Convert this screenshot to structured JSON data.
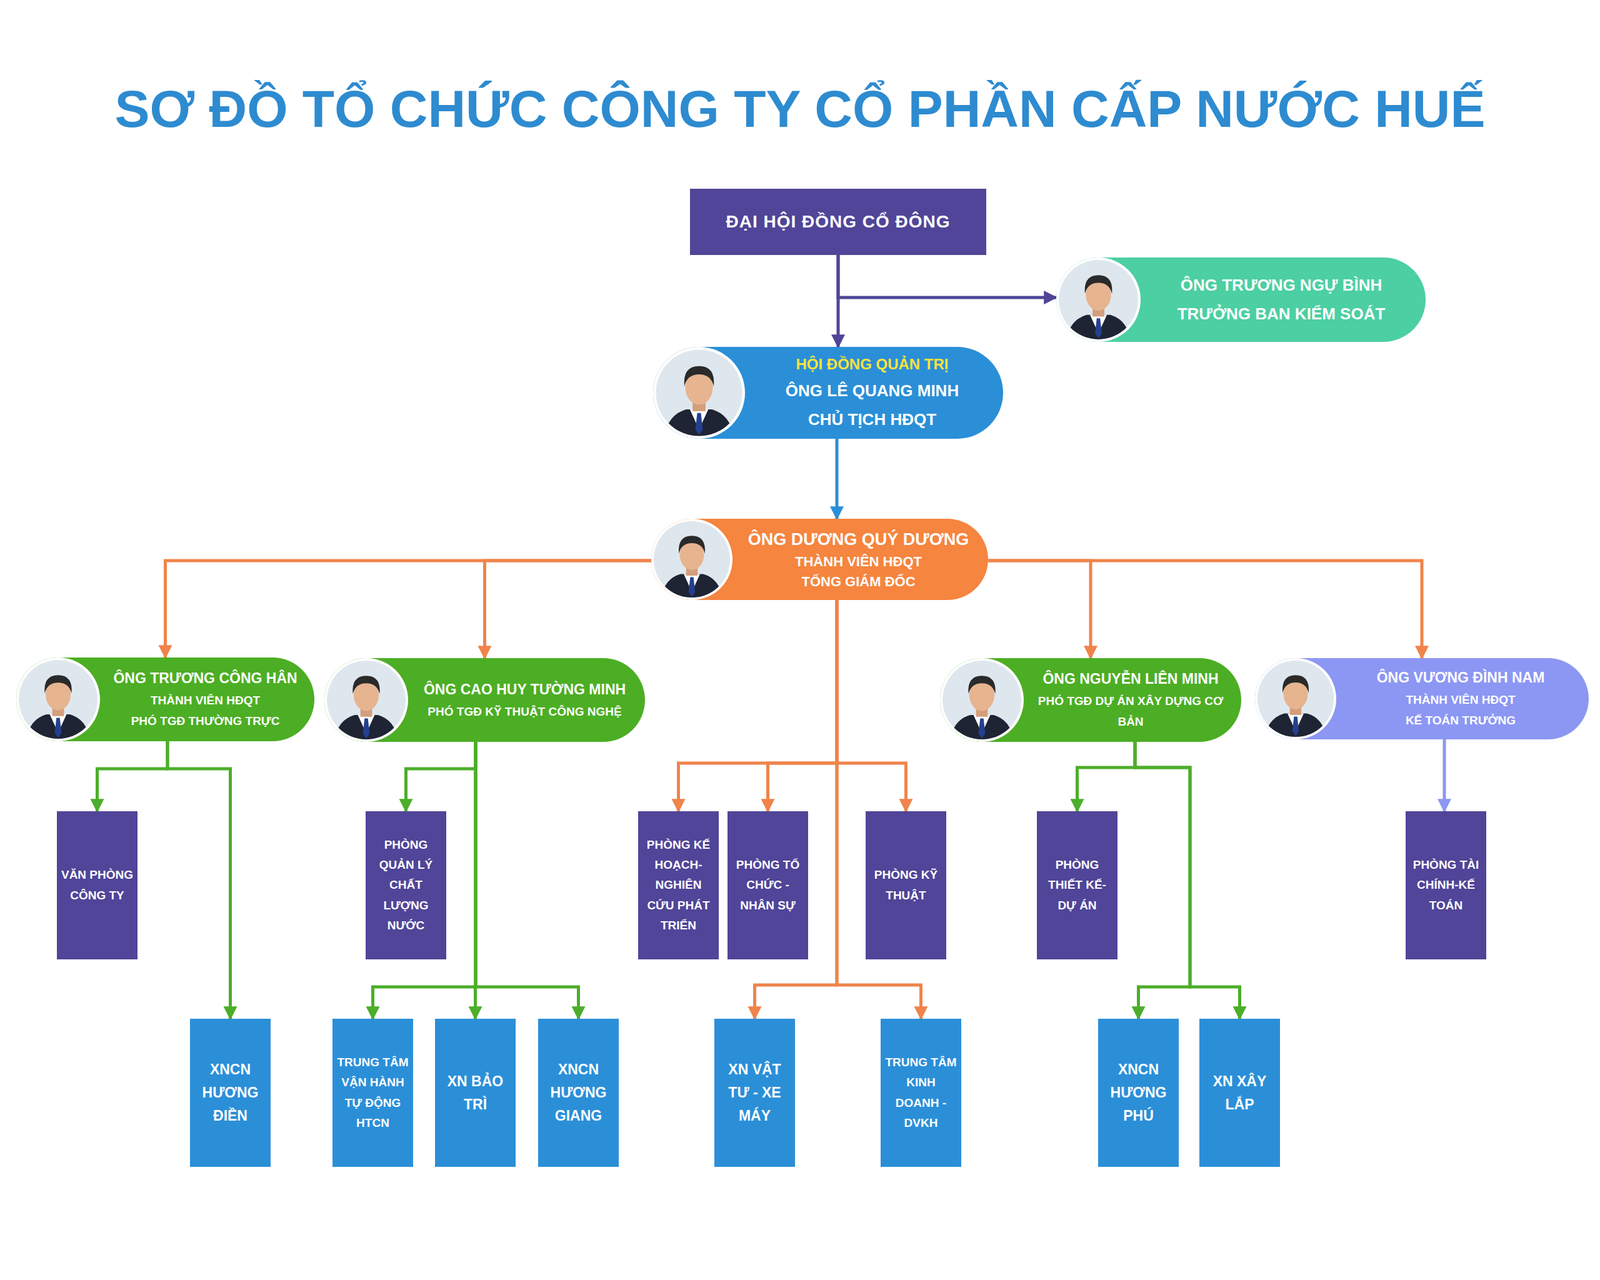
{
  "diagram": {
    "title": "SƠ ĐỒ TỔ CHỨC CÔNG TY CỔ PHẦN CẤP NƯỚC HUẾ",
    "nodes": [
      {
        "text": [
          "ĐẠI HỘI ĐỒNG CỔ ĐÔNG"
        ]
      },
      {
        "text": [
          "ÔNG TRƯƠNG NGỰ BÌNH",
          "TRƯỞNG BAN KIỂM SOÁT"
        ]
      },
      {
        "text": [
          "HỘI ĐỒNG QUẢN TRỊ",
          "ÔNG LÊ QUANG MINH",
          "CHỦ TỊCH HĐQT"
        ]
      },
      {
        "text": [
          "ÔNG DƯƠNG QUÝ DƯƠNG",
          "THÀNH VIÊN HĐQT",
          "TỔNG GIÁM ĐỐC"
        ]
      },
      {
        "text": [
          "ÔNG TRƯƠNG CÔNG HÂN",
          "THÀNH VIÊN HĐQT",
          "PHÓ TGĐ THƯỜNG TRỰC"
        ]
      },
      {
        "text": [
          "ÔNG CAO HUY TƯỜNG MINH",
          "PHÓ TGĐ KỸ THUẬT CÔNG NGHỆ"
        ]
      },
      {
        "text": [
          "ÔNG NGUYỄN LIÊN MINH",
          "PHÓ TGĐ DỰ ÁN XÂY DỰNG CƠ BẢN"
        ]
      },
      {
        "text": [
          "ÔNG VƯƠNG ĐÌNH NAM",
          "THÀNH VIÊN HĐQT",
          "KẾ TOÁN TRƯỞNG"
        ]
      },
      {
        "text": [
          "VĂN PHÒNG CÔNG TY"
        ]
      },
      {
        "text": [
          "PHÒNG QUẢN LÝ CHẤT LƯỢNG NƯỚC"
        ]
      },
      {
        "text": [
          "PHÒNG KẾ HOẠCH-NGHIÊN CỨU PHÁT TRIỂN"
        ]
      },
      {
        "text": [
          "PHÒNG TỔ CHỨC - NHÂN SỰ"
        ]
      },
      {
        "text": [
          "PHÒNG KỸ THUẬT"
        ]
      },
      {
        "text": [
          "PHÒNG THIẾT KẾ-DỰ ÁN"
        ]
      },
      {
        "text": [
          "PHÒNG TÀI CHÍNH-KẾ TOÁN"
        ]
      },
      {
        "text": [
          "XNCN HƯƠNG ĐIỀN"
        ]
      },
      {
        "text": [
          "TRUNG TÂM VẬN HÀNH TỰ ĐỘNG HTCN"
        ]
      },
      {
        "text": [
          "XN BẢO TRÌ"
        ]
      },
      {
        "text": [
          "XNCN HƯƠNG GIANG"
        ]
      },
      {
        "text": [
          "XN VẬT TƯ - XE MÁY"
        ]
      },
      {
        "text": [
          "TRUNG TÂM KINH DOANH - DVKH"
        ]
      },
      {
        "text": [
          "XNCN HƯƠNG PHÚ"
        ]
      },
      {
        "text": [
          "XN XÂY LẮP"
        ]
      }
    ],
    "edges": [
      {
        "from": 0,
        "to": 1,
        "arrow": "to"
      },
      {
        "from": 0,
        "to": 2,
        "arrow": "to"
      },
      {
        "from": 2,
        "to": 3,
        "arrow": "to"
      },
      {
        "from": 3,
        "to": 4,
        "arrow": "to"
      },
      {
        "from": 3,
        "to": 5,
        "arrow": "to"
      },
      {
        "from": 3,
        "to": 6,
        "arrow": "to"
      },
      {
        "from": 3,
        "to": 7,
        "arrow": "to"
      },
      {
        "from": 3,
        "to": 10,
        "arrow": "to"
      },
      {
        "from": 3,
        "to": 11,
        "arrow": "to"
      },
      {
        "from": 3,
        "to": 12,
        "arrow": "to"
      },
      {
        "from": 3,
        "to": 19,
        "arrow": "to"
      },
      {
        "from": 3,
        "to": 20,
        "arrow": "to"
      },
      {
        "from": 4,
        "to": 8,
        "arrow": "to"
      },
      {
        "from": 4,
        "to": 15,
        "arrow": "to"
      },
      {
        "from": 5,
        "to": 9,
        "arrow": "to"
      },
      {
        "from": 5,
        "to": 16,
        "arrow": "to"
      },
      {
        "from": 5,
        "to": 17,
        "arrow": "to"
      },
      {
        "from": 5,
        "to": 18,
        "arrow": "to"
      },
      {
        "from": 6,
        "to": 13,
        "arrow": "to"
      },
      {
        "from": 6,
        "to": 21,
        "arrow": "to"
      },
      {
        "from": 6,
        "to": 22,
        "arrow": "to"
      },
      {
        "from": 7,
        "to": 14,
        "arrow": "to"
      }
    ]
  }
}
